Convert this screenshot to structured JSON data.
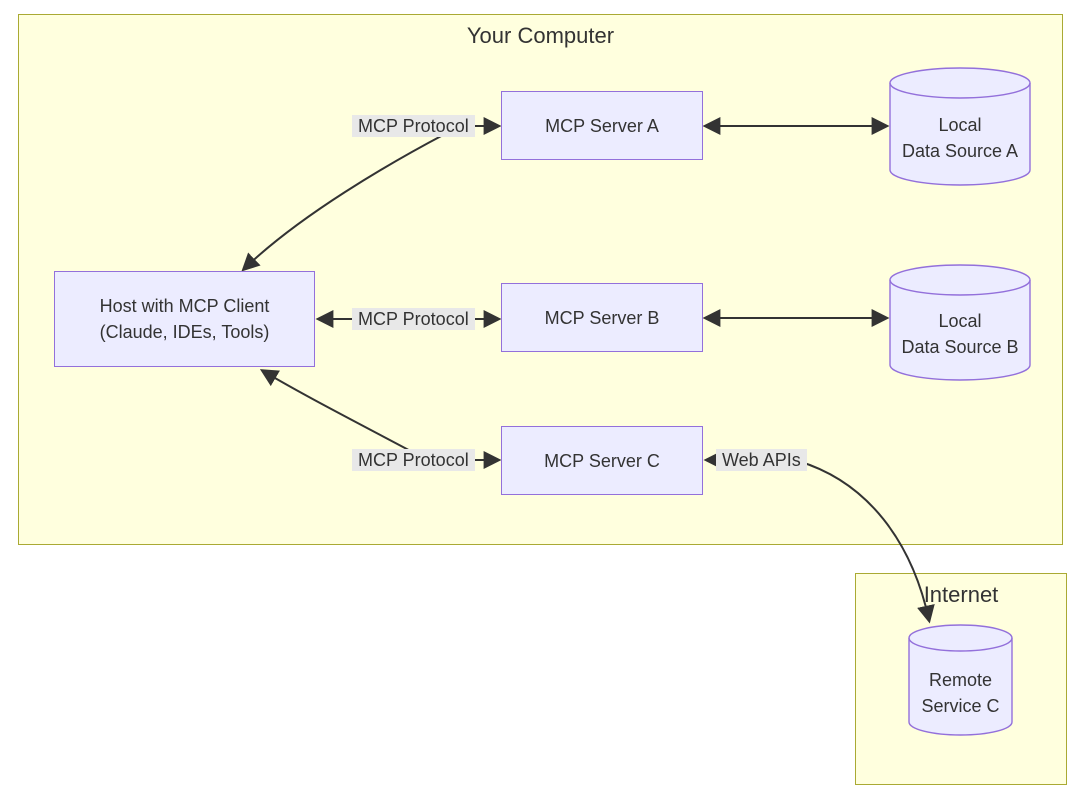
{
  "diagram": {
    "clusters": {
      "your_computer": {
        "title": "Your Computer"
      },
      "internet": {
        "title": "Internet"
      }
    },
    "nodes": {
      "host": {
        "line1": "Host with MCP Client",
        "line2": "(Claude, IDEs, Tools)"
      },
      "server_a": {
        "label": "MCP Server A"
      },
      "server_b": {
        "label": "MCP Server B"
      },
      "server_c": {
        "label": "MCP Server C"
      },
      "data_source_a": {
        "line1": "Local",
        "line2": "Data Source A"
      },
      "data_source_b": {
        "line1": "Local",
        "line2": "Data Source B"
      },
      "remote_service_c": {
        "line1": "Remote",
        "line2": "Service C"
      }
    },
    "edge_labels": {
      "mcp_protocol_a": "MCP Protocol",
      "mcp_protocol_b": "MCP Protocol",
      "mcp_protocol_c": "MCP Protocol",
      "web_apis": "Web APIs"
    },
    "edges": [
      "host <-> server_a (MCP Protocol)",
      "host <-> server_b (MCP Protocol)",
      "host <-> server_c (MCP Protocol)",
      "server_a <-> data_source_a",
      "server_b <-> data_source_b",
      "server_c <-> remote_service_c (Web APIs)"
    ],
    "colors": {
      "canvas_bg": "#ffffff",
      "cluster_fill": "#ffffde",
      "cluster_border": "#aaaa33",
      "node_fill": "#ececff",
      "node_border": "#9370db",
      "edge_color": "#333333",
      "edge_label_bg": "#e8e8e8",
      "text_color": "#333333"
    }
  }
}
